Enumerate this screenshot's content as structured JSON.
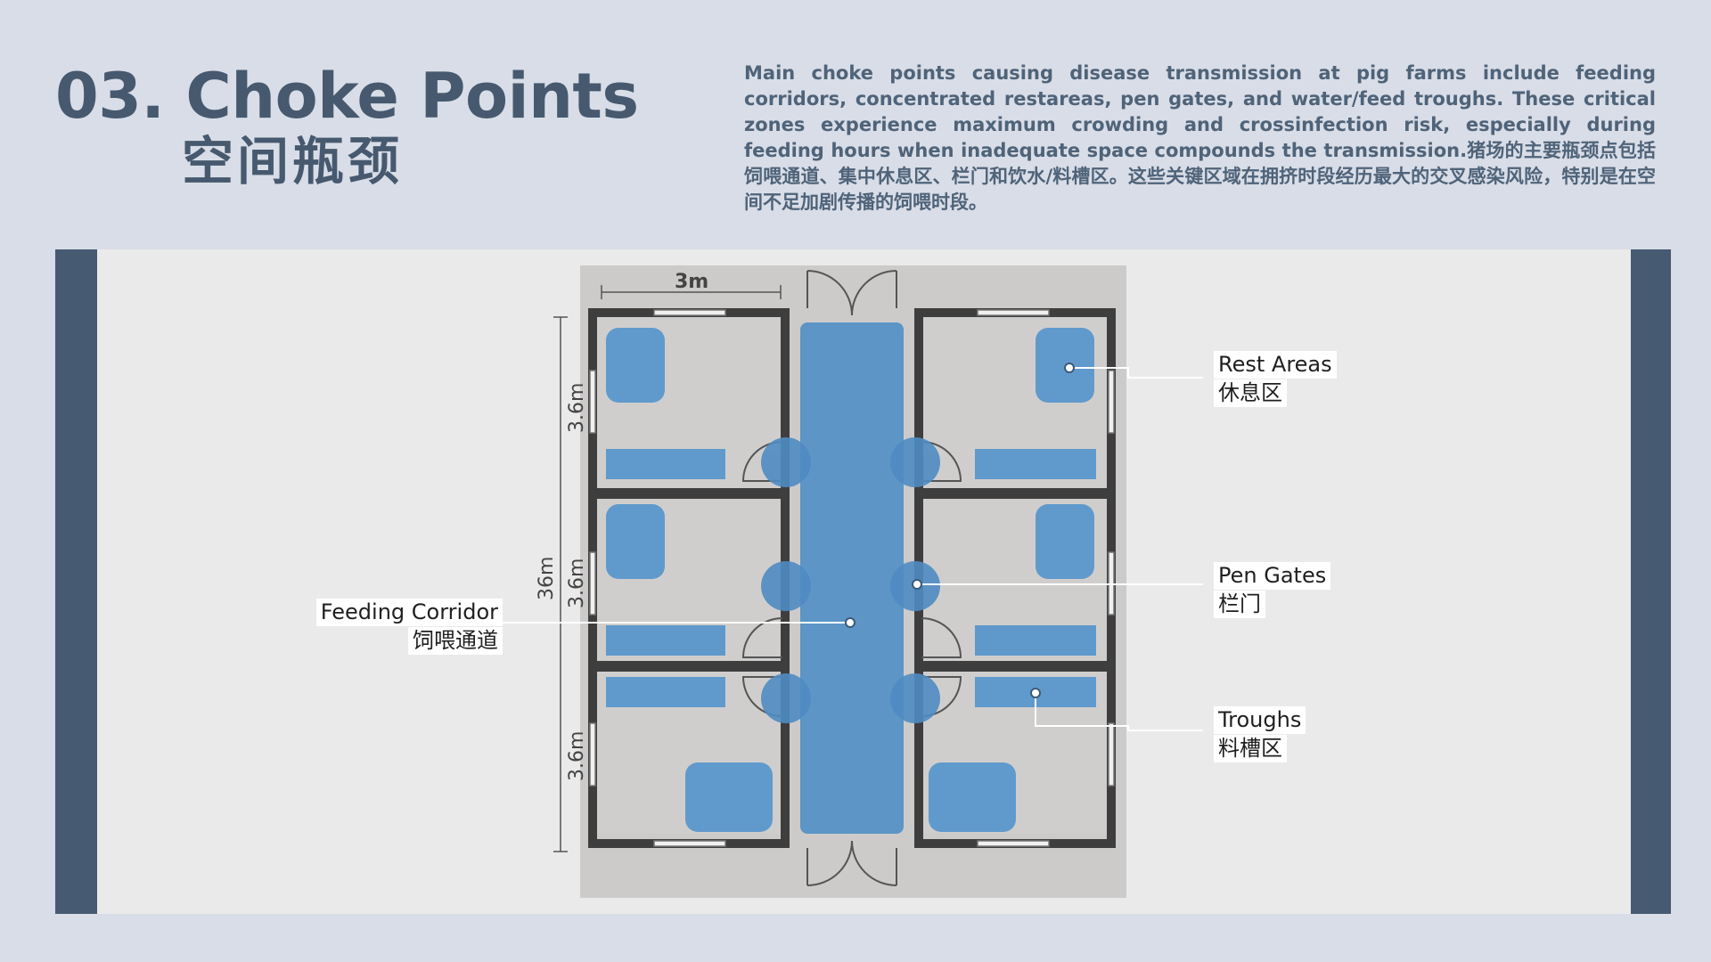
{
  "header": {
    "title_en": "03. Choke Points",
    "title_zh": "空间瓶颈",
    "description": "Main choke points causing disease transmission at pig farms include feeding corridors, concentrated restareas, pen gates, and water/feed troughs. These critical zones experience maximum crowding and crossinfection risk, especially during feeding hours when inadequate space compounds the transmission.猪场的主要瓶颈点包括饲喂通道、集中休息区、栏门和饮水/料槽区。这些关键区域在拥挤时段经历最大的交叉感染风险，特别是在空间不足加剧传播的饲喂时段。"
  },
  "diagram": {
    "dimensions": {
      "pen_width": "3m",
      "total_length": "36m",
      "pen_length": "3.6m"
    },
    "labels": {
      "rest_areas_en": "Rest Areas",
      "rest_areas_zh": "休息区",
      "pen_gates_en": "Pen Gates",
      "pen_gates_zh": "栏门",
      "troughs_en": "Troughs",
      "troughs_zh": "料槽区",
      "feeding_corridor_en": "Feeding Corridor",
      "feeding_corridor_zh": "饲喂通道"
    }
  },
  "colors": {
    "background": "#d8dde7",
    "title": "#46596f",
    "side_bar": "#465a72",
    "zone_blue": "#4f8fc8",
    "plan_floor": "#cdcbca",
    "wall": "#3c3c3c"
  }
}
